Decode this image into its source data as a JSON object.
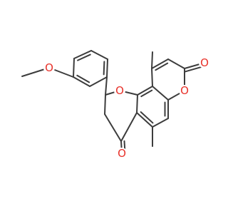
{
  "molecule": {
    "colors": {
      "bond": "#3c3c3c",
      "oxygen": "#e8322a",
      "background": "#ffffff"
    },
    "atom_labels": {
      "methoxy_oxygen": "O",
      "ring_ether_oxygen": "O",
      "lactone_ring_oxygen": "O",
      "lactone_carbonyl_oxygen": "O",
      "ketone_oxygen": "O"
    }
  }
}
